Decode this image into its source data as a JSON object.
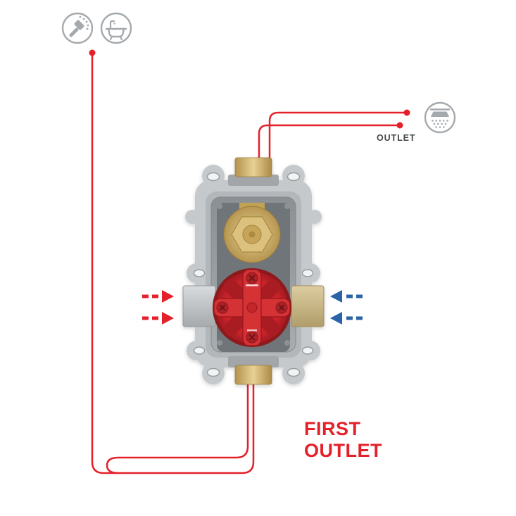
{
  "labels": {
    "outlet": "OUTLET",
    "first_outlet": [
      "FIRST",
      "OUTLET"
    ]
  },
  "colors": {
    "line_red": "#e4202a",
    "arrow_blue": "#2b63a8",
    "icon_gray": "#a4a9ad",
    "cartridge_red": "#c8232b",
    "brass": "#cdab5f",
    "valve_gray": "#c6c9cb"
  },
  "icons": {
    "handshower": "handshower-icon",
    "bathtub": "bathtub-icon",
    "overhead_shower": "overhead-shower-icon"
  }
}
